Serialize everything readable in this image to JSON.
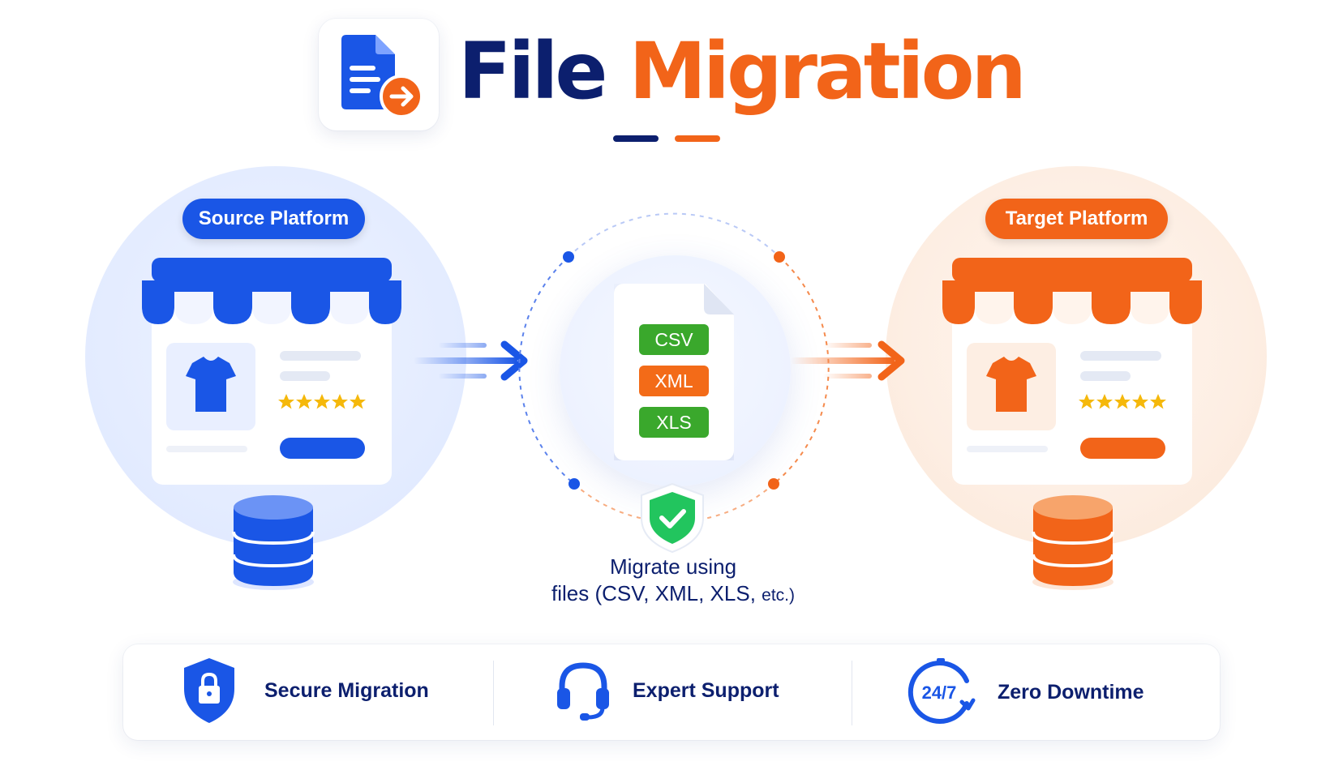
{
  "header": {
    "title_part1": "File",
    "title_part2": "Migration"
  },
  "source": {
    "label": "Source Platform",
    "rating_stars": 5
  },
  "target": {
    "label": "Target Platform",
    "rating_stars": 5
  },
  "center": {
    "formats": [
      "CSV",
      "XML",
      "XLS"
    ],
    "caption_line1": "Migrate using",
    "caption_line2": "files (CSV, XML, XLS,",
    "caption_etc": "etc.)"
  },
  "features": [
    {
      "icon": "lock-shield-icon",
      "label": "Secure Migration"
    },
    {
      "icon": "headset-icon",
      "label": "Expert Support"
    },
    {
      "icon": "clock-24-7-icon",
      "label": "Zero Downtime",
      "icon_text": "24/7"
    }
  ],
  "colors": {
    "navy": "#0c1f6e",
    "blue": "#1a56e6",
    "orange": "#f26419",
    "green": "#3aa82c",
    "shield_green": "#22c55e"
  }
}
